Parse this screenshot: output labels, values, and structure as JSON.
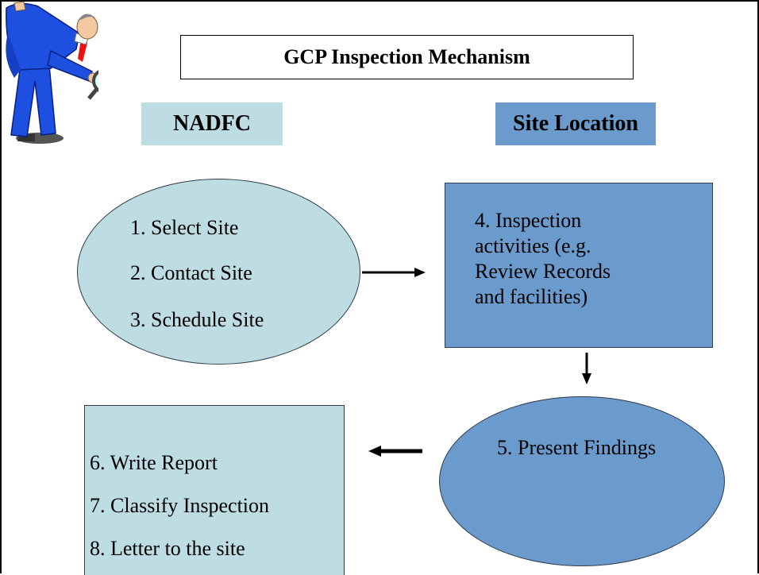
{
  "title": "GCP Inspection Mechanism",
  "left_label": "NADFC",
  "right_label": "Site Location",
  "nadfc_steps": [
    "1.   Select Site",
    "2.   Contact Site",
    "3.   Schedule Site"
  ],
  "inspection_lines": [
    "4. Inspection",
    "   activities (e.g.",
    "   Review Records",
    "   and facilities)"
  ],
  "findings": "5. Present Findings",
  "report_steps": [
    "6. Write Report",
    "7. Classify Inspection",
    "8. Letter to the site"
  ],
  "colors": {
    "light_teal": "#bddde3",
    "medium_blue": "#6a9bcc"
  },
  "clipart": "detective-with-magnifying-glass"
}
